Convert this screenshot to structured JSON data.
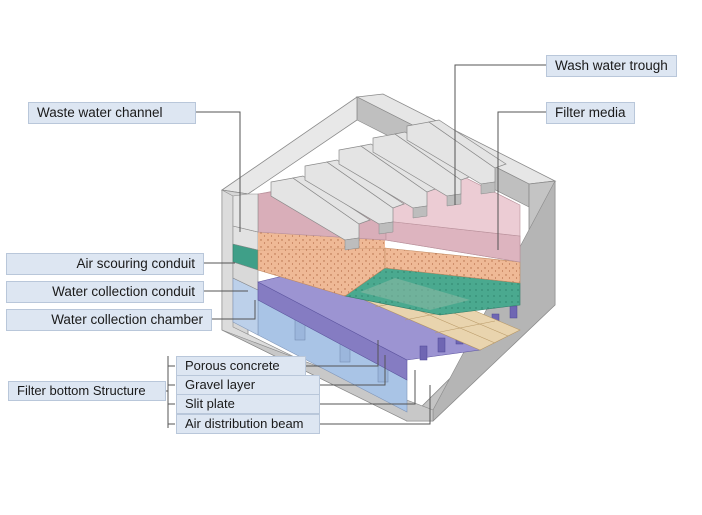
{
  "labels": {
    "wash_water_trough": "Wash water trough",
    "filter_media": "Filter media",
    "waste_water_channel": "Waste water channel",
    "air_scouring_conduit": "Air scouring conduit",
    "water_collection_conduit": "Water collection conduit",
    "water_collection_chamber": "Water collection chamber",
    "filter_bottom_structure": "Filter bottom Structure",
    "porous_concrete": "Porous concrete",
    "gravel_layer": "Gravel layer",
    "slit_plate": "Slit plate",
    "air_distribution_beam": "Air distribution beam"
  },
  "colors": {
    "label_bg": "#dde6f2",
    "concrete": "#cfcfcf",
    "filter_media": "#e9c6cf",
    "sand": "#efb996",
    "support_gravel": "#4aa98f",
    "water_chamber": "#aac6e6",
    "slit_plate": "#7f76bd",
    "leader_line": "#555555"
  }
}
